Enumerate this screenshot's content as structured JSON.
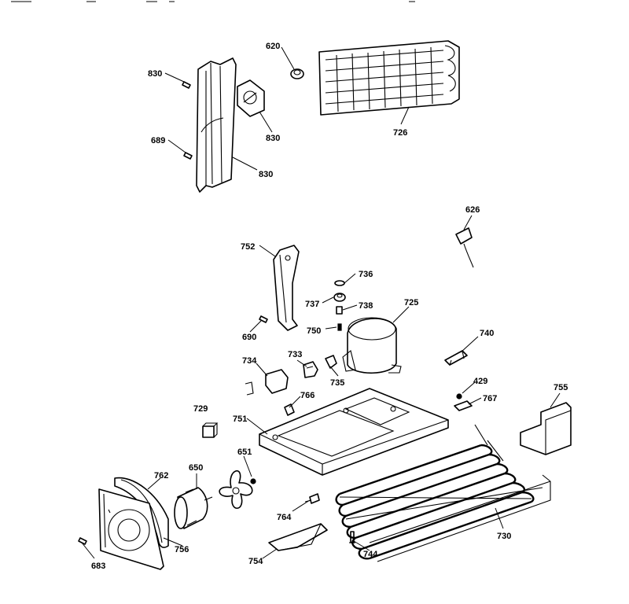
{
  "diagram": {
    "labels": {
      "l830a": "830",
      "l689": "689",
      "l830b": "830",
      "l830c": "830",
      "l620": "620",
      "l726": "726",
      "l626": "626",
      "l752": "752",
      "l736": "736",
      "l737": "737",
      "l738": "738",
      "l725": "725",
      "l750": "750",
      "l690": "690",
      "l733": "733",
      "l734": "734",
      "l735": "735",
      "l740": "740",
      "l429": "429",
      "l767": "767",
      "l755": "755",
      "l729": "729",
      "l766": "766",
      "l751": "751",
      "l651": "651",
      "l650": "650",
      "l762": "762",
      "l764": "764",
      "l756": "756",
      "l683": "683",
      "l754": "754",
      "l744": "744",
      "l730": "730"
    }
  }
}
